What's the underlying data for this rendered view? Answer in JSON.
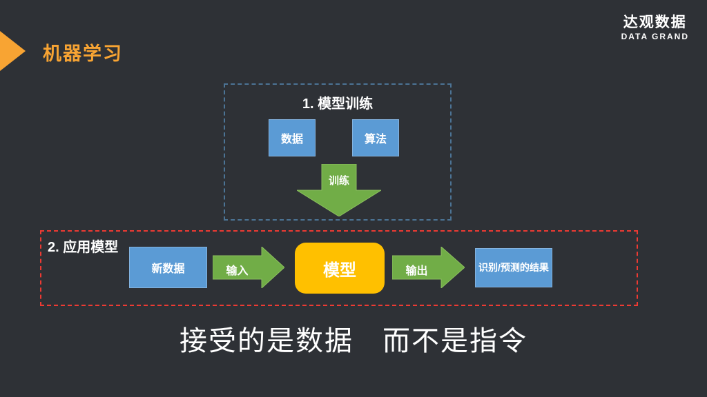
{
  "slide": {
    "background_color": "#2E3136",
    "accent_orange": "#F8A433"
  },
  "header": {
    "title": "机器学习",
    "logo_cn": "达观数据",
    "logo_en": "DATA GRAND"
  },
  "training": {
    "label": "1. 模型训练",
    "frame_color": "#4C7495",
    "box_color": "#5B9BD5",
    "arrow_color": "#71AD47",
    "boxes": [
      "数据",
      "算法"
    ],
    "arrow_label": "训练"
  },
  "apply": {
    "label": "2. 应用模型",
    "frame_color": "#EE3A33",
    "input_box": "新数据",
    "input_arrow_label": "输入",
    "model_box": "模型",
    "model_color": "#FFC000",
    "output_arrow_label": "输出",
    "result_box": "识别/预测的结果"
  },
  "slogan": "接受的是数据　而不是指令"
}
